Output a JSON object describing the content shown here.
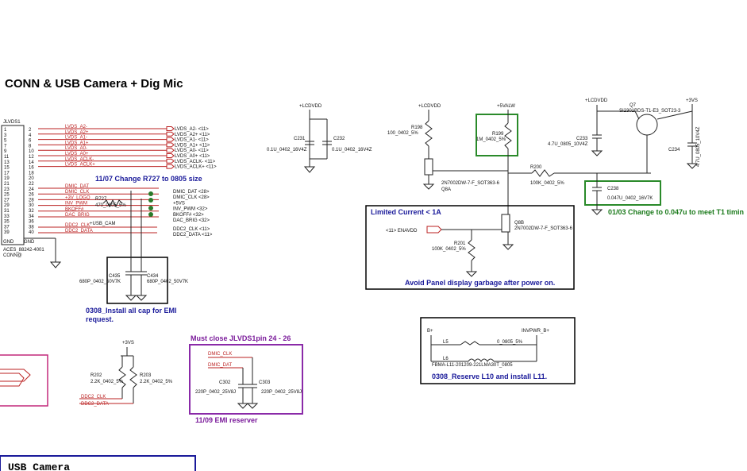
{
  "title": "CONN & USB Camera + Dig Mic",
  "section_bottom": "USB Camera",
  "connector": {
    "ref": "JLVDS1",
    "part": "ACES_88242-4001",
    "sub": "CONN@",
    "gnd": "GND"
  },
  "lvds_nets": [
    "LVDS_A2-",
    "LVDS_A2+",
    "LVDS_A1-",
    "LVDS_A1+",
    "LVDS_A0-",
    "LVDS_A0+",
    "LVDS_ACLK-",
    "LVDS_ACLK+"
  ],
  "lvds_outs": [
    "LVDS_A2-  <11>",
    "LVDS_A2+  <11>",
    "LVDS_A1-  <11>",
    "LVDS_A1+  <11>",
    "LVDS_A0-  <11>",
    "LVDS_A0+  <11>",
    "LVDS_ACLK-  <11>",
    "LVDS_ACLK+  <11>"
  ],
  "mid_nets": [
    "DMIC_DAT",
    "DMIC_CLK",
    "+3V_LOGO",
    "INV_PWM",
    "BKOFF#",
    "DAC_BRIG"
  ],
  "mid_outs": [
    "DMIC_DAT  <28>",
    "DMIC_CLK  <28>",
    "+5VS",
    "INV_PWM  <32>",
    "BKOFF#  <32>",
    "DAC_BRIG  <32>"
  ],
  "usb_cam": "+USB_CAM",
  "ddc_nets": [
    "DDC2_CLK",
    "DDC2_DATA"
  ],
  "ddc_outs": [
    "DDC2_CLK  <11>",
    "DDC2_DATA  <11>"
  ],
  "r727": {
    "ref": "R727",
    "val": "470_0805_5%"
  },
  "notes": {
    "change_r727": "11/07 Change R727 to 0805 size",
    "install_cap": "0308_Install all cap for EMI request.",
    "must_close": "Must close JLVDS1pin 24 - 26",
    "emi_reserver": "11/09 EMI reserver",
    "limited_current": "Limited Current < 1A",
    "avoid_panel": "Avoid Panel display garbage after power on.",
    "change_047u": "01/03 Change to 0.047u to meet T1 timin",
    "reserve_l10": "0308_Reserve L10 and install L11."
  },
  "caps_emi": [
    {
      "ref": "C435",
      "val": "680P_0402_50V7K"
    },
    {
      "ref": "C434",
      "val": "680P_0402_50V7K"
    }
  ],
  "lcdvdd_caps": [
    {
      "ref": "C231",
      "val": "0.1U_0402_16V4Z"
    },
    {
      "ref": "C232",
      "val": "0.1U_0402_16V4Z"
    }
  ],
  "rails": {
    "lcdvdd": "+LCDVDD",
    "v5alw": "+5VALW",
    "v3vs": "+3VS",
    "b_plus": "B+",
    "invpwr": "INVPWR_B+"
  },
  "power_parts": {
    "r198": {
      "ref": "R198",
      "val": "100_0402_5%"
    },
    "r199": {
      "ref": "R199",
      "val": "1M_0402_5%"
    },
    "r200": {
      "ref": "R200",
      "val": "100K_0402_5%"
    },
    "r201": {
      "ref": "R201",
      "val": "100K_0402_5%"
    },
    "q8a": {
      "ref": "Q8A",
      "val": "2N7002DW-7-F_SOT363-6"
    },
    "q8b": {
      "ref": "Q8B",
      "val": "2N7002DW-7-F_SOT363-6"
    },
    "q7": {
      "ref": "Q7",
      "val": "SI2301BDS-T1-E3_SOT23-3"
    },
    "c233": {
      "ref": "C233",
      "val": "4.7U_0805_10V4Z"
    },
    "c234": {
      "ref": "C234",
      "val": "4.7U_0805_10V4Z"
    },
    "c238": {
      "ref": "C238",
      "val": "0.047U_0402_16V7K"
    },
    "enavdd": "<11>  ENAVDD"
  },
  "ddc_pullups": [
    {
      "ref": "R202",
      "val": "2.2K_0402_5%"
    },
    {
      "ref": "R203",
      "val": "2.2K_0402_5%"
    }
  ],
  "dmic_caps": [
    {
      "ref": "C302",
      "val": "220P_0402_25V8J"
    },
    {
      "ref": "C303",
      "val": "220P_0402_25V8J"
    }
  ],
  "inductors": [
    {
      "ref": "L5",
      "val": "0_0805_5%"
    },
    {
      "ref": "L6",
      "val": "FBMA-L11-201209-221LMA30T_0805"
    }
  ]
}
